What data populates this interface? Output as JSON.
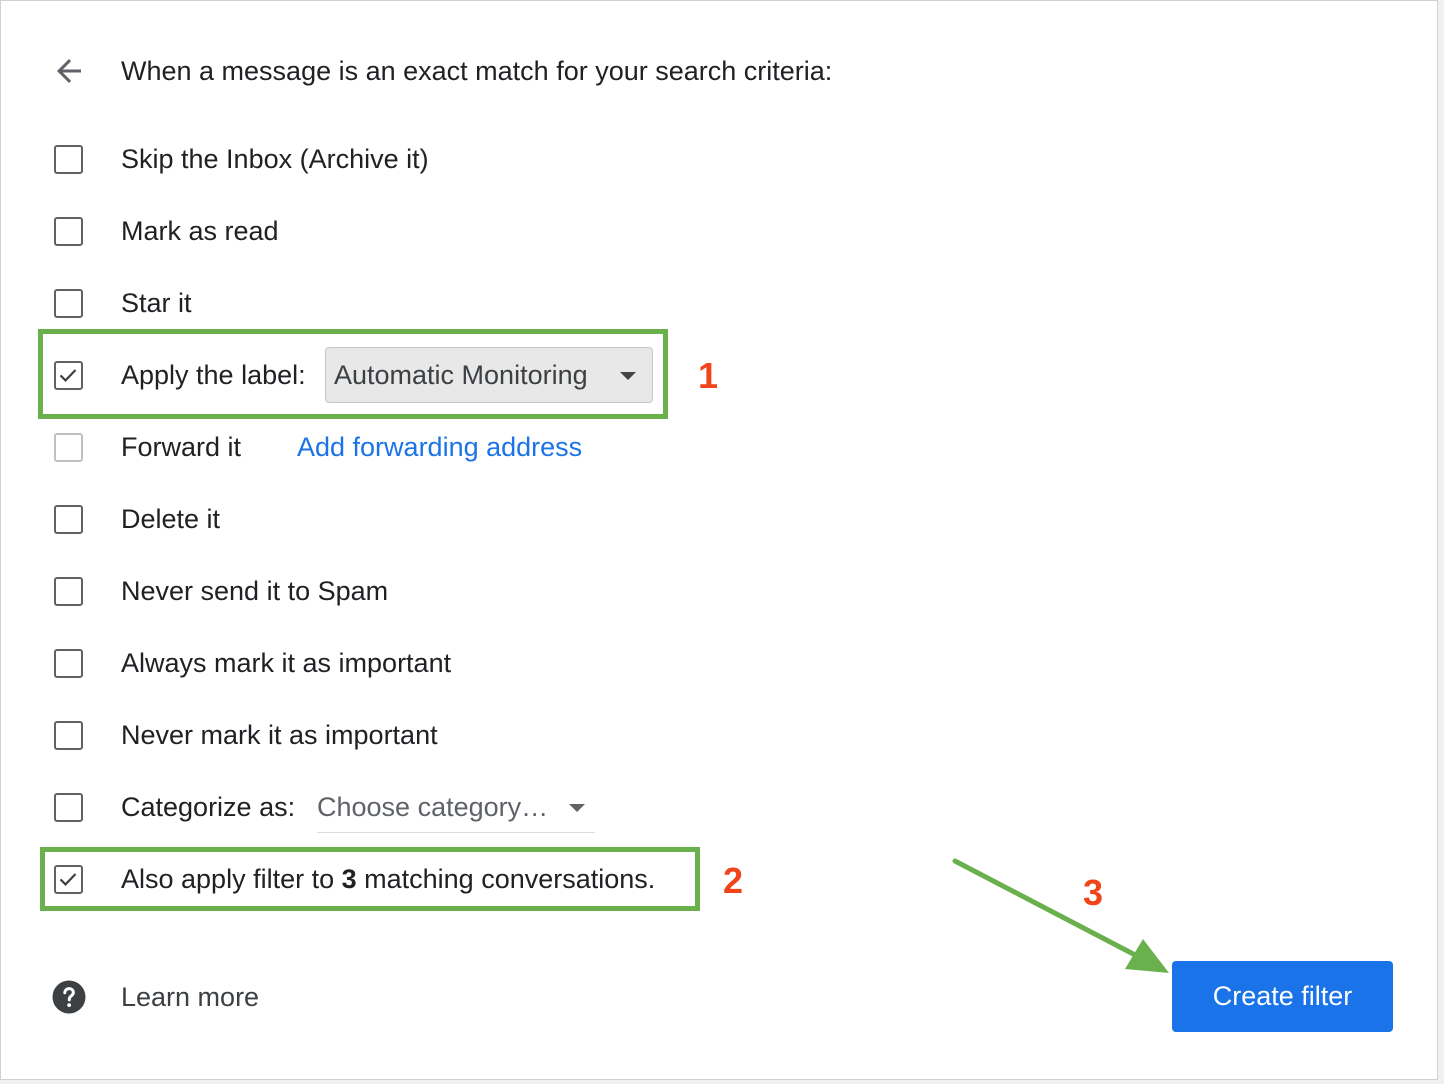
{
  "header": {
    "title": "When a message is an exact match for your search criteria:"
  },
  "options": [
    {
      "label": "Skip the Inbox (Archive it)",
      "checked": false
    },
    {
      "label": "Mark as read",
      "checked": false
    },
    {
      "label": "Star it",
      "checked": false
    },
    {
      "label": "Apply the label:",
      "checked": true,
      "select_value": "Automatic Monitoring"
    },
    {
      "label": "Forward it",
      "checked": false,
      "disabled": true,
      "link": "Add forwarding address"
    },
    {
      "label": "Delete it",
      "checked": false
    },
    {
      "label": "Never send it to Spam",
      "checked": false
    },
    {
      "label": "Always mark it as important",
      "checked": false
    },
    {
      "label": "Never mark it as important",
      "checked": false
    },
    {
      "label": "Categorize as:",
      "checked": false,
      "select_value": "Choose category…"
    }
  ],
  "also_apply": {
    "prefix": "Also apply filter to ",
    "count": "3",
    "suffix": " matching conversations.",
    "checked": true
  },
  "footer": {
    "learn_more": "Learn more",
    "create_button": "Create filter"
  },
  "annotations": {
    "step1": "1",
    "step2": "2",
    "step3": "3"
  },
  "colors": {
    "highlight": "#6ab04c",
    "annotation": "#f0441b",
    "primary": "#1a73e8"
  }
}
